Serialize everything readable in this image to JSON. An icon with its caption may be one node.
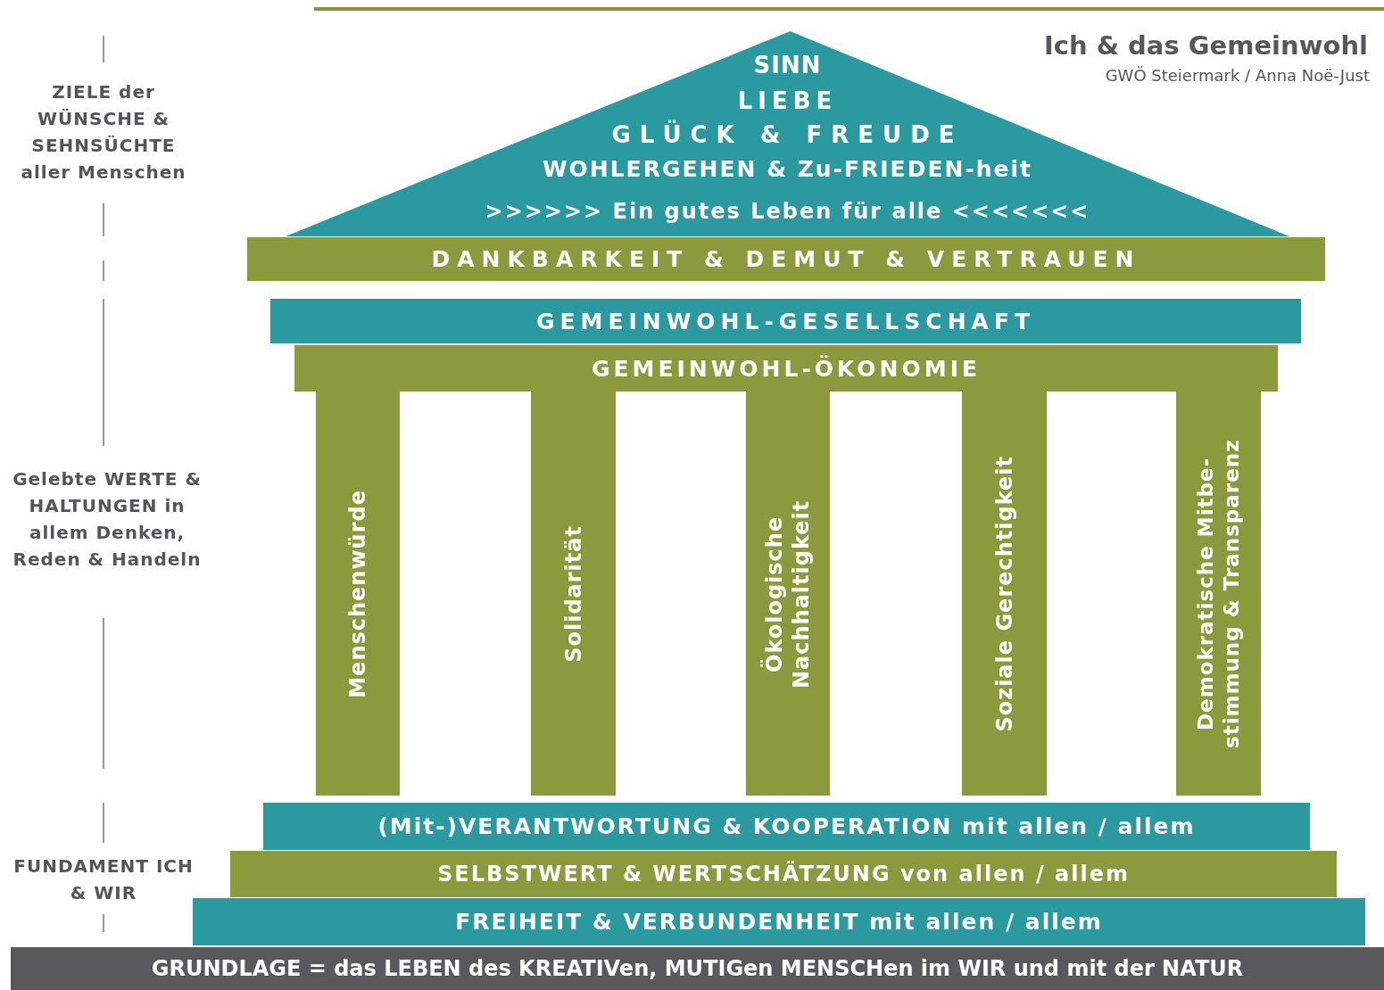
{
  "diagram": {
    "title": "Ich & das Gemeinwohl",
    "nodes": [
      {
        "text": [
          "SINN",
          "LIEBE",
          "GLÜCK & FREUDE",
          "WOHLERGEHEN & Zu-FRIEDEN-heit",
          ">>>>>> Ein gutes Leben für alle <<<<<<<"
        ]
      },
      {
        "text": [
          "DANKBARKEIT & DEMUT & VERTRAUEN"
        ]
      },
      {
        "text": [
          "GEMEINWOHL-GESELLSCHAFT"
        ]
      },
      {
        "text": [
          "GEMEINWOHL-ÖKONOMIE"
        ]
      },
      {
        "text": [
          "Menschenwürde"
        ]
      },
      {
        "text": [
          "Solidarität"
        ]
      },
      {
        "text": [
          "Ökologische Nachhaltigkeit"
        ]
      },
      {
        "text": [
          "Soziale Gerechtigkeit"
        ]
      },
      {
        "text": [
          "Demokratische Mitbe- stimmung & Transparenz"
        ]
      },
      {
        "text": [
          "(Mit-)VERANTWORTUNG & KOOPERATION mit allen / allem"
        ]
      },
      {
        "text": [
          "SELBSTWERT & WERTSCHÄTZUNG von allen / allem"
        ]
      },
      {
        "text": [
          "FREIHEIT & VERBUNDENHEIT mit allen / allem"
        ]
      },
      {
        "text": [
          "GRUNDLAGE = das LEBEN des KREATIVen, MUTIGen MENSCHen im WIR und mit der NATUR"
        ]
      }
    ],
    "labels": [
      "GWÖ Steiermark / Anna Noë-Just",
      "ZIELE der WÜNSCHE & SEHNSÜCHTE aller Menschen",
      "Gelebte WERTE & HALTUNGEN in allem Denken, Reden & Handeln",
      "FUNDAMENT ICH & WIR"
    ]
  }
}
